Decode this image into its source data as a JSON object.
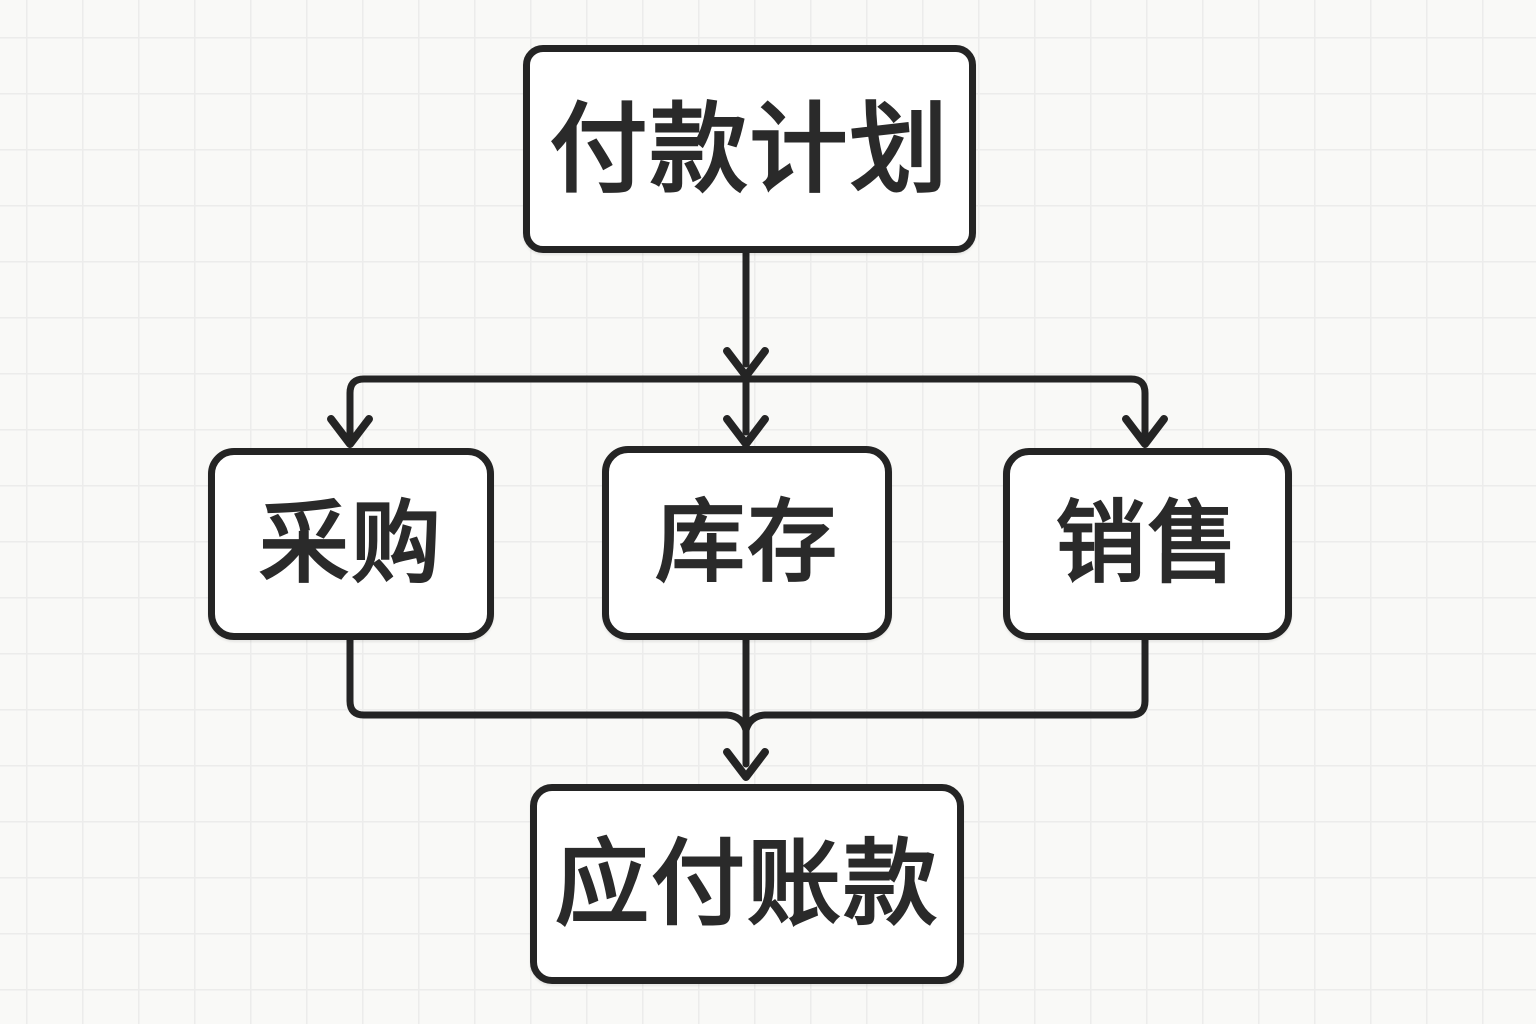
{
  "diagram": {
    "type": "flowchart",
    "nodes": {
      "payment_plan": {
        "label": "付款计划"
      },
      "procurement": {
        "label": "采购"
      },
      "inventory": {
        "label": "库存"
      },
      "sales": {
        "label": "销售"
      },
      "accounts_payable": {
        "label": "应付账款"
      }
    },
    "edges": [
      {
        "from": "payment_plan",
        "to": "procurement"
      },
      {
        "from": "payment_plan",
        "to": "inventory"
      },
      {
        "from": "payment_plan",
        "to": "sales"
      },
      {
        "from": "procurement",
        "to": "accounts_payable"
      },
      {
        "from": "inventory",
        "to": "accounts_payable"
      },
      {
        "from": "sales",
        "to": "accounts_payable"
      }
    ],
    "colors": {
      "stroke": "#242424",
      "node_fill": "#ffffff",
      "background": "#f9f9f7",
      "grid_line": "#ececeb",
      "text": "#2a2a2a"
    }
  }
}
